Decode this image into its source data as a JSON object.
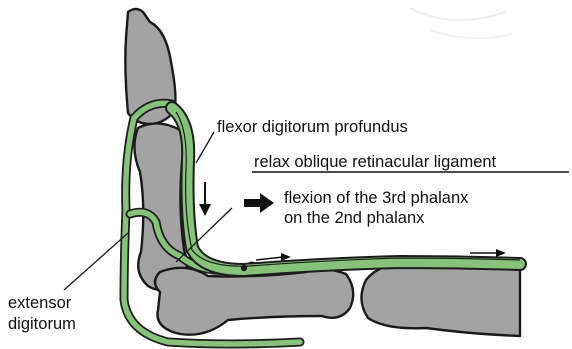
{
  "labels": {
    "fdp": "flexor digitorum profundus",
    "ligament": "relax oblique retinacular ligament",
    "flexion_line1": "flexion of the 3rd phalanx",
    "flexion_line2": "on the 2nd phalanx",
    "extensor_line1": "extensor",
    "extensor_line2": "digitorum"
  },
  "colors": {
    "bone": "#a3a3a3",
    "tendon": "#86c27a",
    "outline": "#1a1a1a"
  }
}
